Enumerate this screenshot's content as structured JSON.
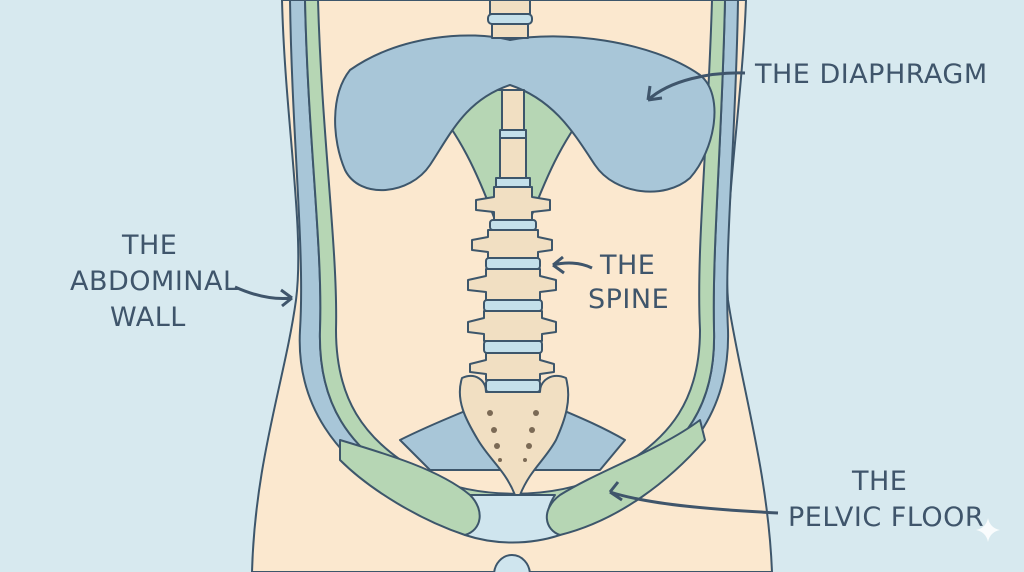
{
  "colors": {
    "background": "#d7e9ef",
    "body": "#fbe8cf",
    "muscle_blue": "#a8c6d8",
    "muscle_green": "#b6d6b4",
    "bone": "#f1dfc2",
    "disc": "#c4e0ea",
    "ink": "#3f556b"
  },
  "labels": {
    "diaphragm": "THE DIAPHRAGM",
    "spine": [
      "THE",
      "SPINE"
    ],
    "abdominal_wall": [
      "THE",
      "ABDOMINAL",
      "WALL"
    ],
    "pelvic_floor": [
      "THE",
      "PELVIC FLOOR"
    ]
  }
}
